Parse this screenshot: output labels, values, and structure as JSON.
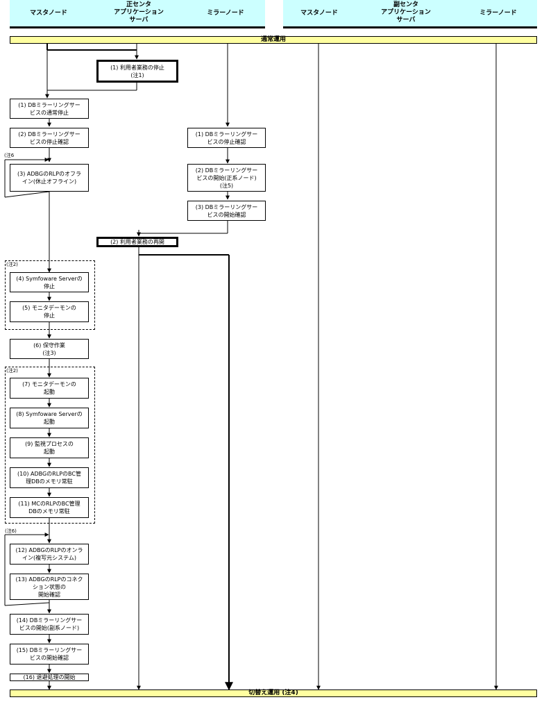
{
  "header": {
    "primary_center": "正センタ",
    "secondary_center": "副センタ",
    "columns": {
      "master_label": "マスタノード",
      "app_label_line1": "アプリケーション",
      "app_label_line2": "サーバ",
      "mirror_label": "ミラーノード"
    }
  },
  "bands": {
    "normal_operation": "通常運用",
    "switched_operation": "切替え運用 (注4)"
  },
  "app_steps": {
    "step1": "(1) 利用者業務の停止\n(注1)",
    "step2": "(2) 利用者業務の再開"
  },
  "mirror_steps": {
    "step1": "(1) DBミラーリングサー\nビスの停止確認",
    "step2": "(2) DBミラーリングサー\nビスの開始(正系ノード)\n(注5)",
    "step3": "(3) DBミラーリングサー\nビスの開始確認"
  },
  "master_steps": {
    "step1": "(1) DBミラーリングサー\nビスの通常停止",
    "step2": "(2) DBミラーリングサー\nビスの停止確認",
    "step3": "(3) ADBGのRLPのオフラ\nイン(休止オフライン)",
    "step4": "(4) Symfoware Serverの\n停止",
    "step5": "(5) モニタデーモンの\n停止",
    "step6": "(6) 保守作業\n(注3)",
    "step7": "(7) モニタデーモンの\n起動",
    "step8": "(8) Symfoware Serverの\n起動",
    "step9": "(9) 監視プロセスの\n起動",
    "step10": "(10) ADBGのRLPのBC管\n理DBのメモリ常駐",
    "step11": "(11) MCのRLPのBC管理\nDBのメモリ常駐",
    "step12": "(12) ADBGのRLPのオンラ\nイン(複写元システム)",
    "step13": "(13) ADBGのRLPのコネク\nション状態の\n開始確認",
    "step14": "(14) DBミラーリングサー\nビスの開始(副系ノード)",
    "step15": "(15) DBミラーリングサー\nビスの開始確認",
    "step16": "(16) 退避処理の開始"
  },
  "notes": {
    "note6_a": "(注6",
    "note2_a": "(注2)",
    "note2_b": "(注2)",
    "note6_b": "(注6)"
  },
  "colors": {
    "header_bg": "#ccffff",
    "band_bg": "#ffffa0",
    "line": "#000000"
  }
}
